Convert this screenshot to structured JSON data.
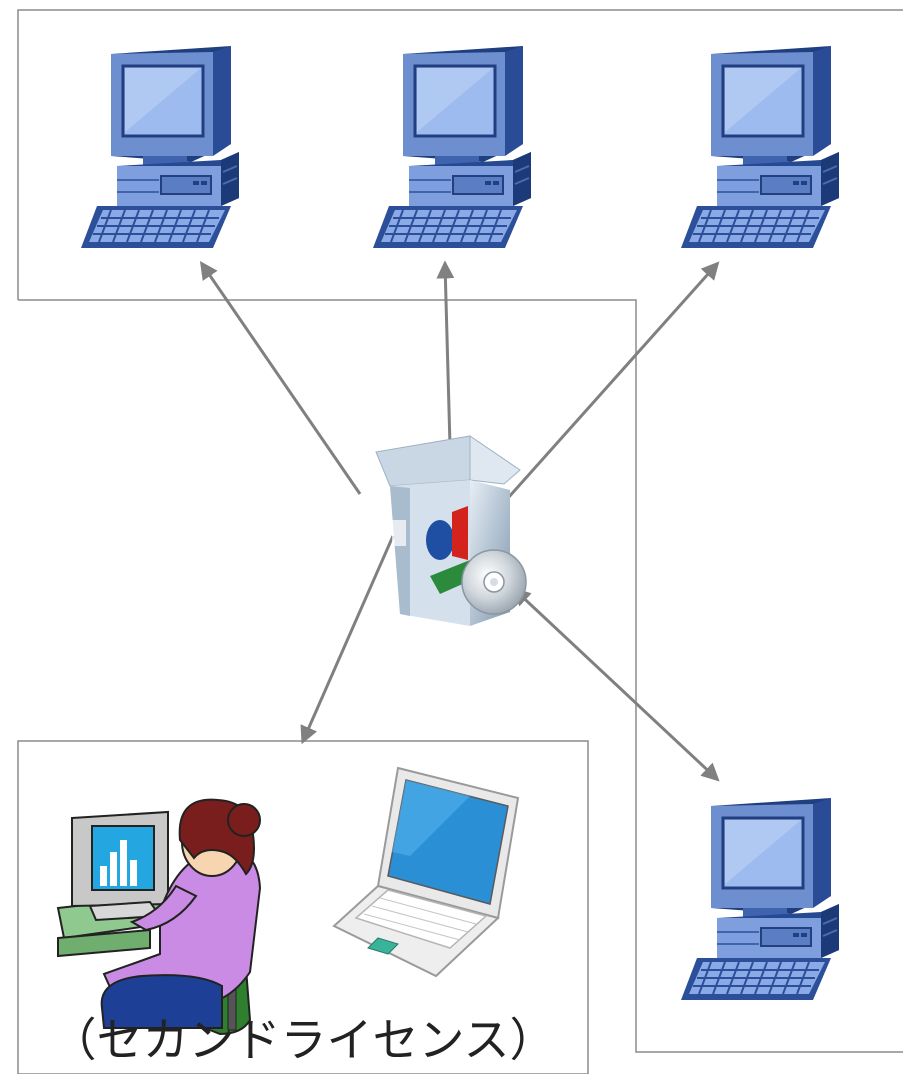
{
  "diagram": {
    "caption": "（セカンドライセンス）",
    "nodes": [
      {
        "id": "pc-top-left",
        "icon": "desktop-computer-icon"
      },
      {
        "id": "pc-top-center",
        "icon": "desktop-computer-icon"
      },
      {
        "id": "pc-top-right",
        "icon": "desktop-computer-icon"
      },
      {
        "id": "software-package",
        "icon": "software-box-with-cd-icon"
      },
      {
        "id": "pc-bottom-right",
        "icon": "desktop-computer-icon"
      },
      {
        "id": "user-at-computer",
        "icon": "woman-at-computer-icon"
      },
      {
        "id": "laptop",
        "icon": "laptop-icon"
      }
    ],
    "edges": [
      {
        "from": "software-package",
        "to": "pc-top-left",
        "style": "arrow"
      },
      {
        "from": "software-package",
        "to": "pc-top-center",
        "style": "arrow"
      },
      {
        "from": "software-package",
        "to": "pc-top-right",
        "style": "arrow"
      },
      {
        "from": "software-package",
        "to": "second-license-group",
        "style": "arrow"
      },
      {
        "from": "software-package",
        "to": "pc-bottom-right",
        "style": "double-arrow"
      }
    ],
    "colors": {
      "arrow": "#808080",
      "frame": "#8c8c8c",
      "monitor_light": "#8fb0e6",
      "monitor_dark": "#1f3f7f",
      "monitor_mid": "#4a6fb8"
    }
  }
}
